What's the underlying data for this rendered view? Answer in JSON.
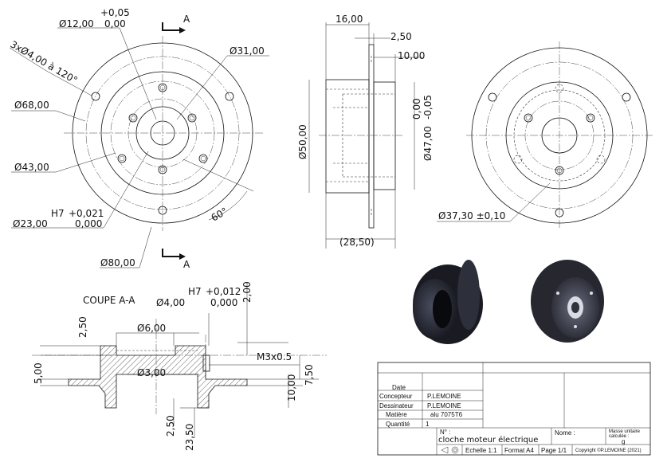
{
  "front_view": {
    "d_top": "Ø12,00",
    "tol_top_upper": "+0,05",
    "tol_top_lower": "0,00",
    "section_letter_top": "A",
    "holes": "3xØ4,00 à 120°",
    "d31": "Ø31,00",
    "d68": "Ø68,00",
    "d43": "Ø43,00",
    "h7": "H7",
    "h7_upper": "+0,021",
    "d23": "Ø23,00",
    "h7_lower": "0,000",
    "angle": "60°",
    "d80": "Ø80,00",
    "section_letter_bottom": "A"
  },
  "side_view": {
    "w16": "16,00",
    "w250": "2,50",
    "w10": "10,00",
    "d50": "Ø50,00",
    "tol_upper": "0,00",
    "tol_lower": "-0,05",
    "d47": "Ø47,00",
    "ref": "(28,50)"
  },
  "right_view": {
    "d3730": "Ø37,30 ±0,10"
  },
  "section": {
    "title": "COUPE A-A",
    "d4": "Ø4,00",
    "h7": "H7",
    "h7_upper": "+0,012",
    "h7_lower": "0,000",
    "v200": "2,00",
    "v250_top": "2,50",
    "d6": "Ø6,00",
    "thread": "M3x0.5",
    "d3": "Ø3,00",
    "v500": "5,00",
    "v1000": "10,00",
    "v750": "7,50",
    "v250_bot": "2,50",
    "v2350": "23,50"
  },
  "title_block": {
    "date_label": "Date",
    "concepteur_label": "Concepteur",
    "concepteur": "P.LEMOINE",
    "dessinateur_label": "Dessinateur",
    "dessinateur": "P.LEMOINE",
    "matiere_label": "Matière",
    "matiere": "alu 7075T6",
    "quantite_label": "Quantité",
    "quantite": "1",
    "no_label": "N° :",
    "part_name": "cloche moteur électrique",
    "nome_label": "Nome :",
    "masse_label1": "Masse unitaire",
    "masse_label2": "calculée :",
    "masse_unit": "g",
    "echelle": "Echelle 1:1",
    "format": "Format A4",
    "page": "Page 1/1",
    "copyright": "Copyright ©P.LEMOINE (2021)"
  }
}
